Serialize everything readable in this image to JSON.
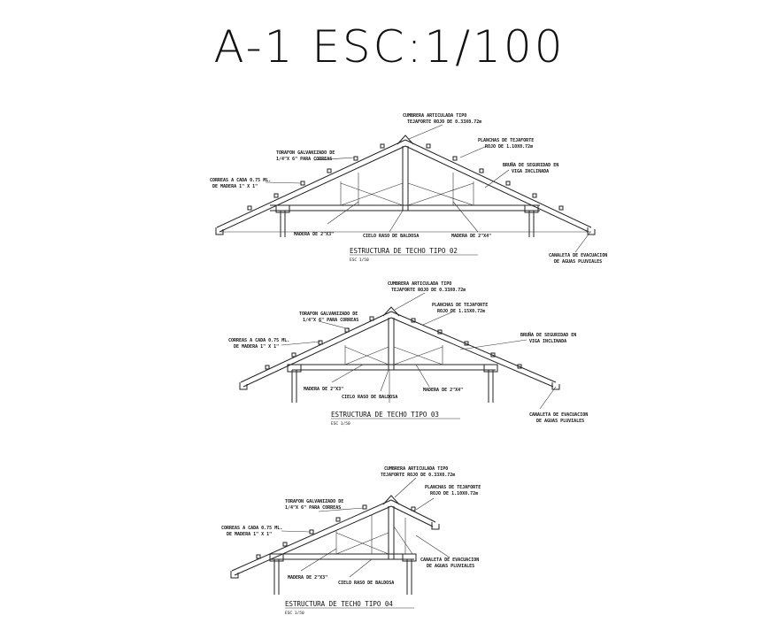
{
  "sheet": {
    "title": "A-1 ESC:1/100"
  },
  "details": [
    {
      "caption": "ESTRUCTURA DE TECHO TIPO 02",
      "scale_note": "ESC 1/50",
      "labels": {
        "ridge_1": "CUMBRERA ARTICULADA TIPO",
        "ridge_2": "TEJAFORTE ROJO DE 0.33X0.72m",
        "sheets_1": "PLANCHAS DE TEJAFORTE",
        "sheets_2": "ROJO DE 1.10X0.72m",
        "bolt_1": "TORAFON GALVANIZADO DE",
        "bolt_2": "1/4\"X 6\" PARA CORREAS",
        "purlins_1": "CORREAS A CADA 0.75 ML.",
        "purlins_2": "DE MADERA 1\" X 1\"",
        "brace_1": "BRUÑA DE SEGURIDAD EN",
        "brace_2": "VIGA INCLINADA",
        "wood_a": "MADERA DE 2\"X3\"",
        "ceiling": "CIELO RASO DE BALDOSA",
        "wood_b": "MADERA DE 2\"X4\"",
        "gutter_1": "CANALETA DE EVACUACION",
        "gutter_2": "DE AGUAS PLUVIALES"
      }
    },
    {
      "caption": "ESTRUCTURA DE TECHO TIPO 03",
      "scale_note": "ESC 1/50",
      "labels": {
        "ridge_1": "CUMBRERA ARTICULADA TIPO",
        "ridge_2": "TEJAFORTE ROJO DE 0.33X0.72m",
        "sheets_1": "PLANCHAS DE TEJAFORTE",
        "sheets_2": "ROJO DE 1.15X0.72m",
        "bolt_1": "TORAFON GALVANIZADO DE",
        "bolt_2": "1/4\"X 6\" PARA CORREAS",
        "purlins_1": "CORREAS A CADA 0.75 ML.",
        "purlins_2": "DE MADERA 1\" X 1\"",
        "brace_1": "BRUÑA DE SEGURIDAD EN",
        "brace_2": "VIGA INCLINADA",
        "wood_a": "MADERA DE 2\"X3\"",
        "ceiling": "CIELO RASO DE BALDOSA",
        "wood_b": "MADERA DE 2\"X4\"",
        "gutter_1": "CANALETA DE EVACUACION",
        "gutter_2": "DE AGUAS PLUVIALES"
      }
    },
    {
      "caption": "ESTRUCTURA DE TECHO TIPO 04",
      "scale_note": "ESC 1/50",
      "labels": {
        "ridge_1": "CUMBRERA ARTICULADA TIPO",
        "ridge_2": "TEJAFORTE ROJO DE 0.33X0.72m",
        "sheets_1": "PLANCHAS DE TEJAFORTE",
        "sheets_2": "ROJO DE 1.10X0.72m",
        "bolt_1": "TORAFON GALVANIZADO DE",
        "bolt_2": "1/4\"X 6\" PARA CORREAS",
        "purlins_1": "CORREAS A CADA 0.75 ML.",
        "purlins_2": "DE MADERA 1\" X 1\"",
        "wood_a": "MADERA DE 2\"X3\"",
        "ceiling": "CIELO RASO DE BALDOSA",
        "gutter_1": "CANALETA DE EVACUACION",
        "gutter_2": "DE AGUAS PLUVIALES"
      }
    }
  ]
}
